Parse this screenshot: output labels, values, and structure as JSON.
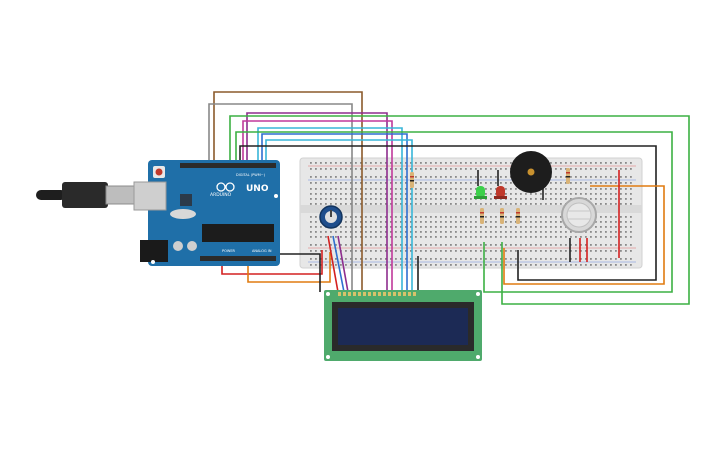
{
  "arduino": {
    "logo_text": "UNO",
    "brand_text": "ARDUINO",
    "digital_label": "DIGITAL (PWM~)",
    "power_label": "POWER",
    "analog_label": "ANALOG IN"
  },
  "colors": {
    "board": "#1f6fa8",
    "board_dark": "#16557f",
    "breadboard": "#e7e7e7",
    "lcd_pcb": "#4faa6c",
    "lcd_screen": "#1c2a55",
    "wire_green": "#3cb043",
    "wire_orange": "#e07b10",
    "wire_black": "#222222",
    "wire_red": "#d42020",
    "wire_brown": "#8b5a2b",
    "wire_purple": "#8e2d8e",
    "wire_magenta": "#c0399b",
    "wire_cyan": "#38b6d8",
    "wire_blue": "#2f6fd0",
    "wire_grey": "#888888"
  },
  "components": {
    "led_green": "led-green",
    "led_red": "led-red",
    "buzzer": "piezo-buzzer",
    "gas_sensor": "gas-sensor",
    "potentiometer": "potentiometer",
    "lcd": "lcd-16x2"
  }
}
